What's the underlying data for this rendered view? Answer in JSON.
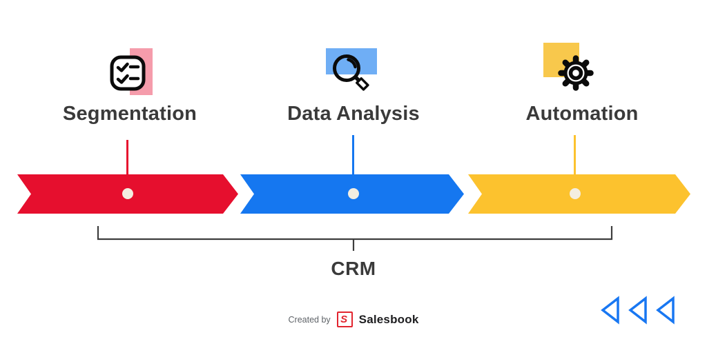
{
  "stages": [
    {
      "label": "Segmentation",
      "icon": "checklist-icon",
      "arrow_color": "#E60F2E",
      "accent_color": "#F59CAB"
    },
    {
      "label": "Data Analysis",
      "icon": "magnifier-icon",
      "arrow_color": "#1577F0",
      "accent_color": "#6FAEF5"
    },
    {
      "label": "Automation",
      "icon": "gear-icon",
      "arrow_color": "#FCC22E",
      "accent_color": "#F8C84C"
    }
  ],
  "bracket": {
    "label": "CRM",
    "line_color": "#3D3D3D"
  },
  "marker_dot_color": "#F4EEE1",
  "label_text_color": "#3A3A3A",
  "footer": {
    "created_by": "Created by",
    "brand": "Salesbook",
    "logo_letter": "S",
    "logo_color": "#E2242E"
  },
  "decor_triangles": {
    "count": 3,
    "color": "#1877F2"
  }
}
